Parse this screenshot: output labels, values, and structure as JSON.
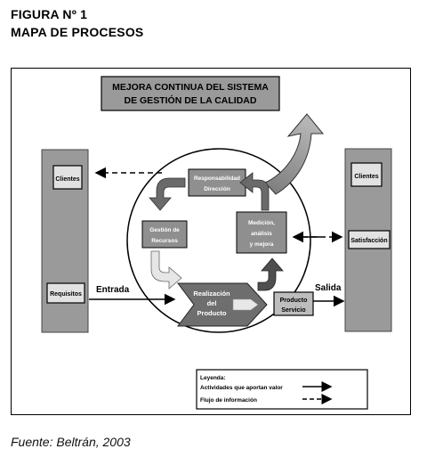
{
  "figure": {
    "number": "FIGURA Nº 1",
    "title": "MAPA DE PROCESOS"
  },
  "banner": {
    "line1": "MEJORA CONTINUA DEL SISTEMA",
    "line2": "DE GESTIÓN DE LA CALIDAD"
  },
  "left_column": {
    "top_box": "Clientes",
    "bottom_box": "Requisitos"
  },
  "right_column": {
    "top_box": "Clientes",
    "bottom_box": "Satisfacción"
  },
  "processes": {
    "responsabilidad": [
      "Responsabilidad",
      "Dirección"
    ],
    "gestion": [
      "Gestión de",
      "Recursos"
    ],
    "medicion": [
      "Medición,",
      "análisis",
      "y mejora"
    ],
    "realizacion": [
      "Realización",
      "del",
      "Producto"
    ],
    "producto": [
      "Producto",
      "Servicio"
    ]
  },
  "flow_labels": {
    "entrada": "Entrada",
    "salida": "Salida"
  },
  "legend": {
    "title": "Leyenda:",
    "value_activities": "Actividades que aportan valor",
    "info_flow": "Flujo de información"
  },
  "source": "Fuente: Beltrán, 2003",
  "colors": {
    "gray_fill": "#9a9a9a",
    "dark_gray": "#5a5a5a",
    "light_gray": "#d8d8d8"
  }
}
